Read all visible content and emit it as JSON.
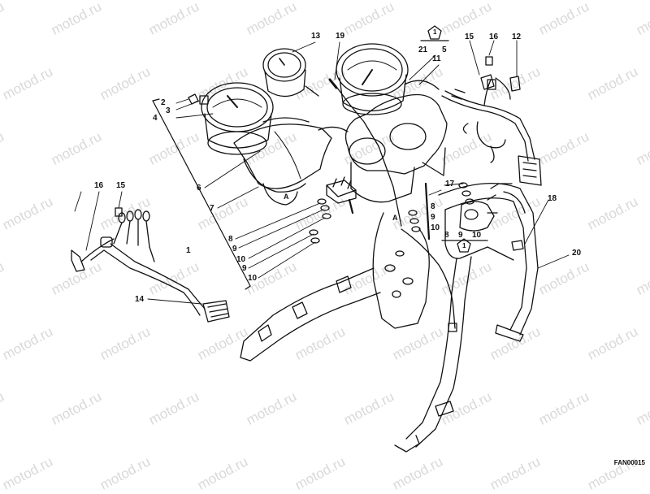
{
  "watermark": "motod.ru",
  "drawing_code": "FAN00015",
  "callouts": {
    "n1": "1",
    "n2": "2",
    "n3": "3",
    "n4": "4",
    "n5": "5",
    "n6": "6",
    "n7": "7",
    "n8a": "8",
    "n8b": "8",
    "n8c": "8",
    "n9a": "9",
    "n9b": "9",
    "n9c": "9",
    "n9d": "9",
    "n10a": "10",
    "n10b": "10",
    "n10c": "10",
    "n11": "11",
    "n12": "12",
    "n13": "13",
    "n14": "14",
    "n15a": "15",
    "n15b": "15",
    "n16a": "16",
    "n16b": "16",
    "n17": "17",
    "n18": "18",
    "n19": "19",
    "n20": "20",
    "n21": "21",
    "tri_top": "1",
    "tri_mid": "1"
  },
  "letters": {
    "a1": "A",
    "a2": "A"
  }
}
